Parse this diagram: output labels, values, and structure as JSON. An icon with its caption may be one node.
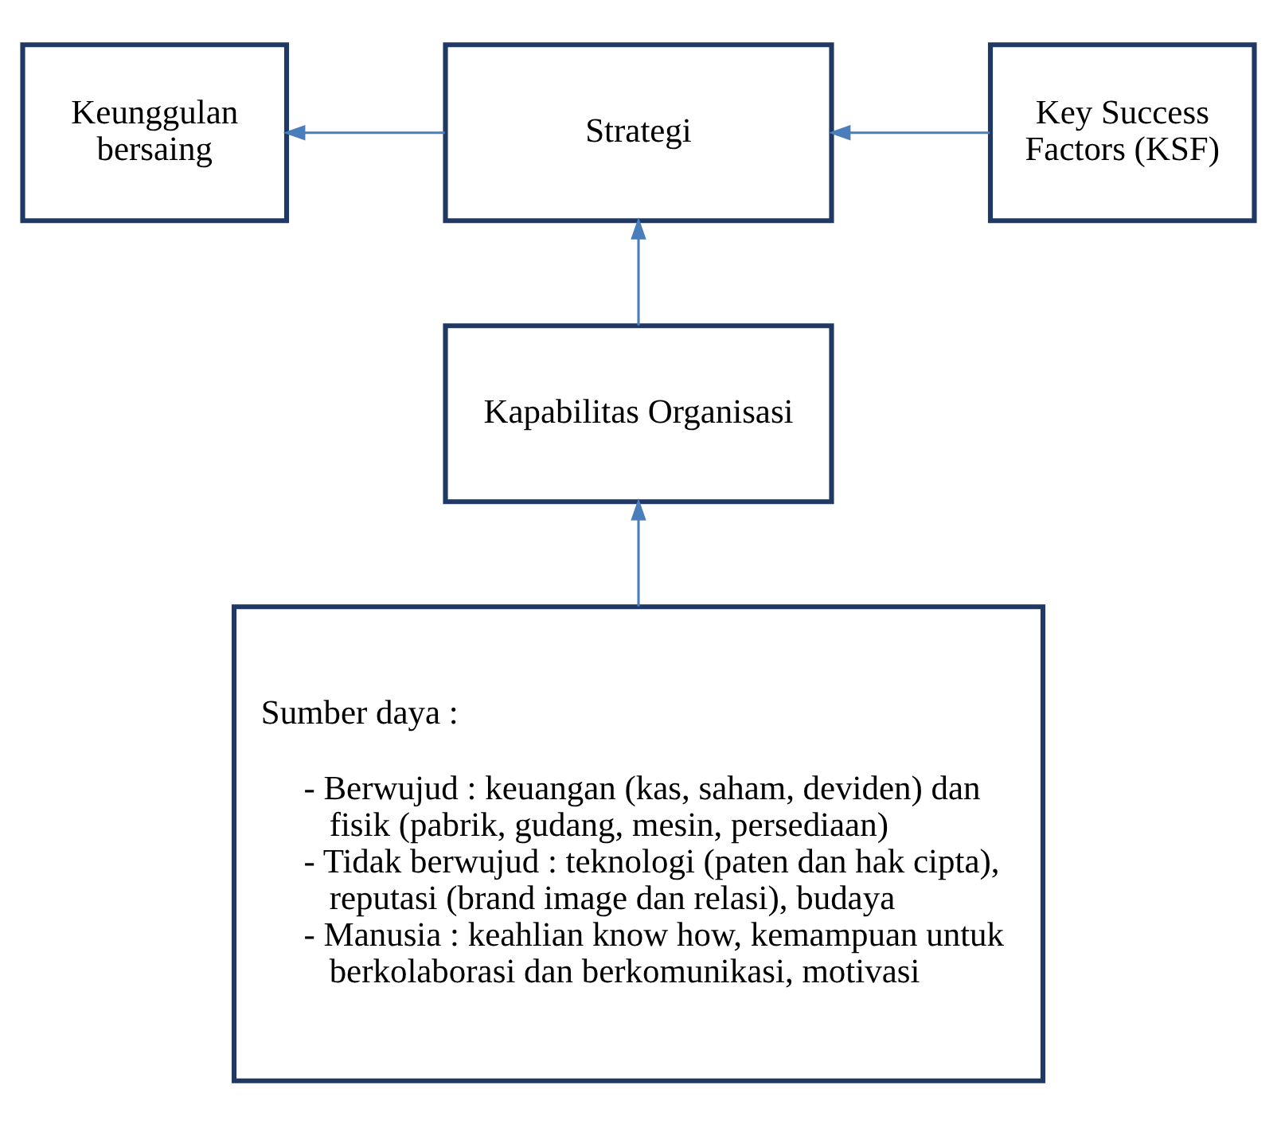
{
  "diagram": {
    "nodes": [
      {
        "text": [
          "Keunggulan bersaing"
        ]
      },
      {
        "text": [
          "Strategi"
        ]
      },
      {
        "text": [
          "Key Success Factors (KSF)"
        ]
      },
      {
        "text": [
          "Kapabilitas Organisasi"
        ]
      },
      {
        "text": [
          "Sumber daya :",
          "- Berwujud : keuangan (kas, saham, deviden) dan fisik (pabrik, gudang, mesin, persediaan)",
          "- Tidak berwujud : teknologi (paten dan hak cipta), reputasi (brand image dan relasi), budaya",
          "- Manusia : keahlian know how, kemampuan untuk berkolaborasi dan berkomunikasi, motivasi"
        ]
      }
    ],
    "edges": [
      {
        "from": 1,
        "to": 0,
        "arrow": "to",
        "color": "#4a7ebb"
      },
      {
        "from": 2,
        "to": 1,
        "arrow": "to",
        "color": "#4a7ebb"
      },
      {
        "from": 3,
        "to": 1,
        "arrow": "to",
        "color": "#4a7ebb"
      },
      {
        "from": 4,
        "to": 3,
        "arrow": "to",
        "color": "#4a7ebb"
      }
    ]
  }
}
